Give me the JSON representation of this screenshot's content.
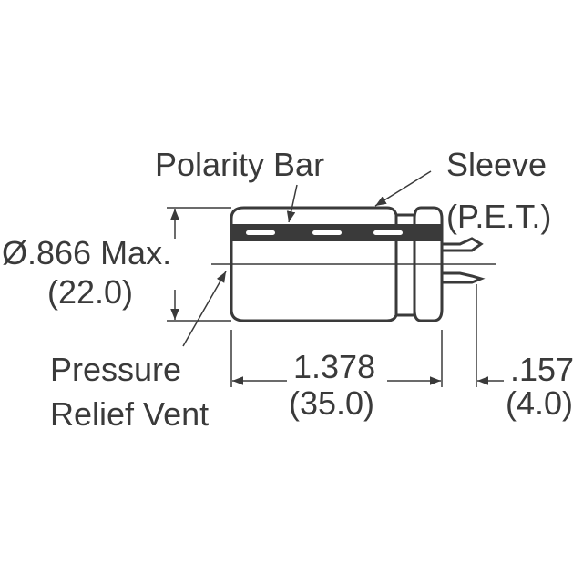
{
  "diagram": {
    "title": "Capacitor outline dimensions",
    "labels": {
      "polarity_bar": "Polarity Bar",
      "sleeve_line1": "Sleeve",
      "sleeve_line2": "(P.E.T.)",
      "diameter_line1": "Ø.866 Max.",
      "diameter_line2": "(22.0)",
      "vent_line1": "Pressure",
      "vent_line2": "Relief Vent",
      "length_line1": "1.378",
      "length_line2": "(35.0)",
      "lead_line1": ".157",
      "lead_line2": "(4.0)"
    },
    "colors": {
      "line": "#3a3a3a",
      "background": "#ffffff"
    }
  }
}
